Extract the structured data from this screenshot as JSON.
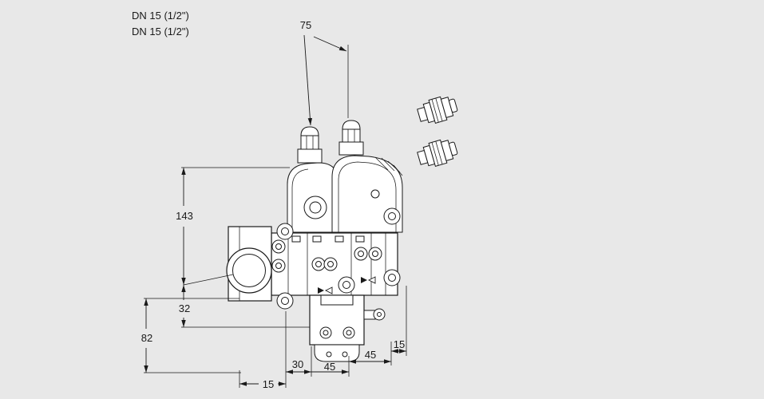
{
  "drawing": {
    "port_label_top": "DN 15 (1/2\")",
    "port_label_bottom": "DN 15 (1/2\")",
    "dimensions": {
      "width_top": "75",
      "height_upper": "143",
      "height_mid": "32",
      "height_lower": "82",
      "bottom_30": "30",
      "bottom_45_left": "45",
      "bottom_45_right": "45",
      "right_15": "15",
      "bottom_15": "15"
    }
  },
  "colors": {
    "background": "#e8e8e8",
    "line": "#1a1a1a",
    "fill": "#ffffff"
  }
}
